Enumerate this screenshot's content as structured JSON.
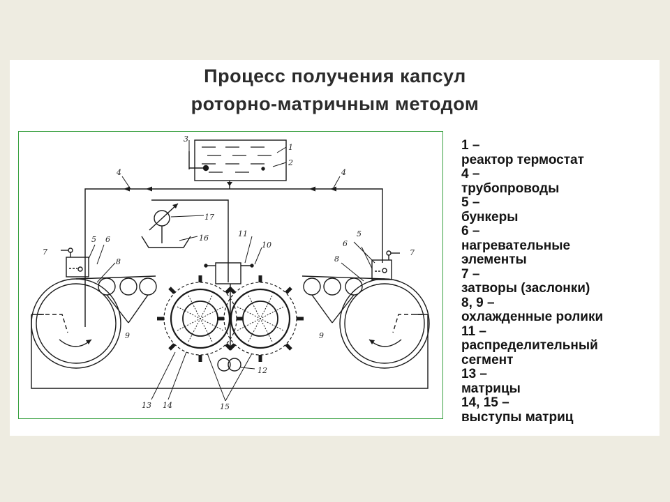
{
  "title": {
    "line1": "Процесс получения капсул",
    "line2": "роторно-матричным методом"
  },
  "legend": [
    {
      "num": "1 –",
      "text": "реактор термостат"
    },
    {
      "num": "4 –",
      "text": "трубопроводы"
    },
    {
      "num": "5 –",
      "text": "бункеры"
    },
    {
      "num": "6 –",
      "text": "нагревательные элементы"
    },
    {
      "num": "7 –",
      "text": "затворы (заслонки)"
    },
    {
      "num": "8, 9 –",
      "text": "охлажденные ролики"
    },
    {
      "num": "11 –",
      "text": "распределительный сегмент"
    },
    {
      "num": "13 –",
      "text": "матрицы"
    },
    {
      "num": "14, 15 –",
      "text": "выступы матриц"
    }
  ],
  "legend_lines": [
    "1 –",
    "реактор термостат",
    "4 –",
    "трубопроводы",
    "5 –",
    "бункеры",
    "6 –",
    "нагревательные",
    "элементы",
    "7 –",
    "затворы (заслонки)",
    "8, 9 –",
    "охлажденные ролики",
    "11 –",
    "распределительный",
    "сегмент",
    "13 –",
    "матрицы",
    "14, 15 –",
    "выступы матриц"
  ],
  "diagram_labels": {
    "l1": "1",
    "l2": "2",
    "l3": "3",
    "l4a": "4",
    "l4b": "4",
    "l5a": "5",
    "l5b": "5",
    "l6a": "6",
    "l6b": "6",
    "l7a": "7",
    "l7b": "7",
    "l8a": "8",
    "l8b": "8",
    "l9a": "9",
    "l9b": "9",
    "l10": "10",
    "l11": "11",
    "l12": "12",
    "l13": "13",
    "l14": "14",
    "l15": "15",
    "l16": "16",
    "l17": "17"
  },
  "colors": {
    "background": "#eeece1",
    "frame": "#3aa142",
    "ink": "#1a1a1a"
  }
}
